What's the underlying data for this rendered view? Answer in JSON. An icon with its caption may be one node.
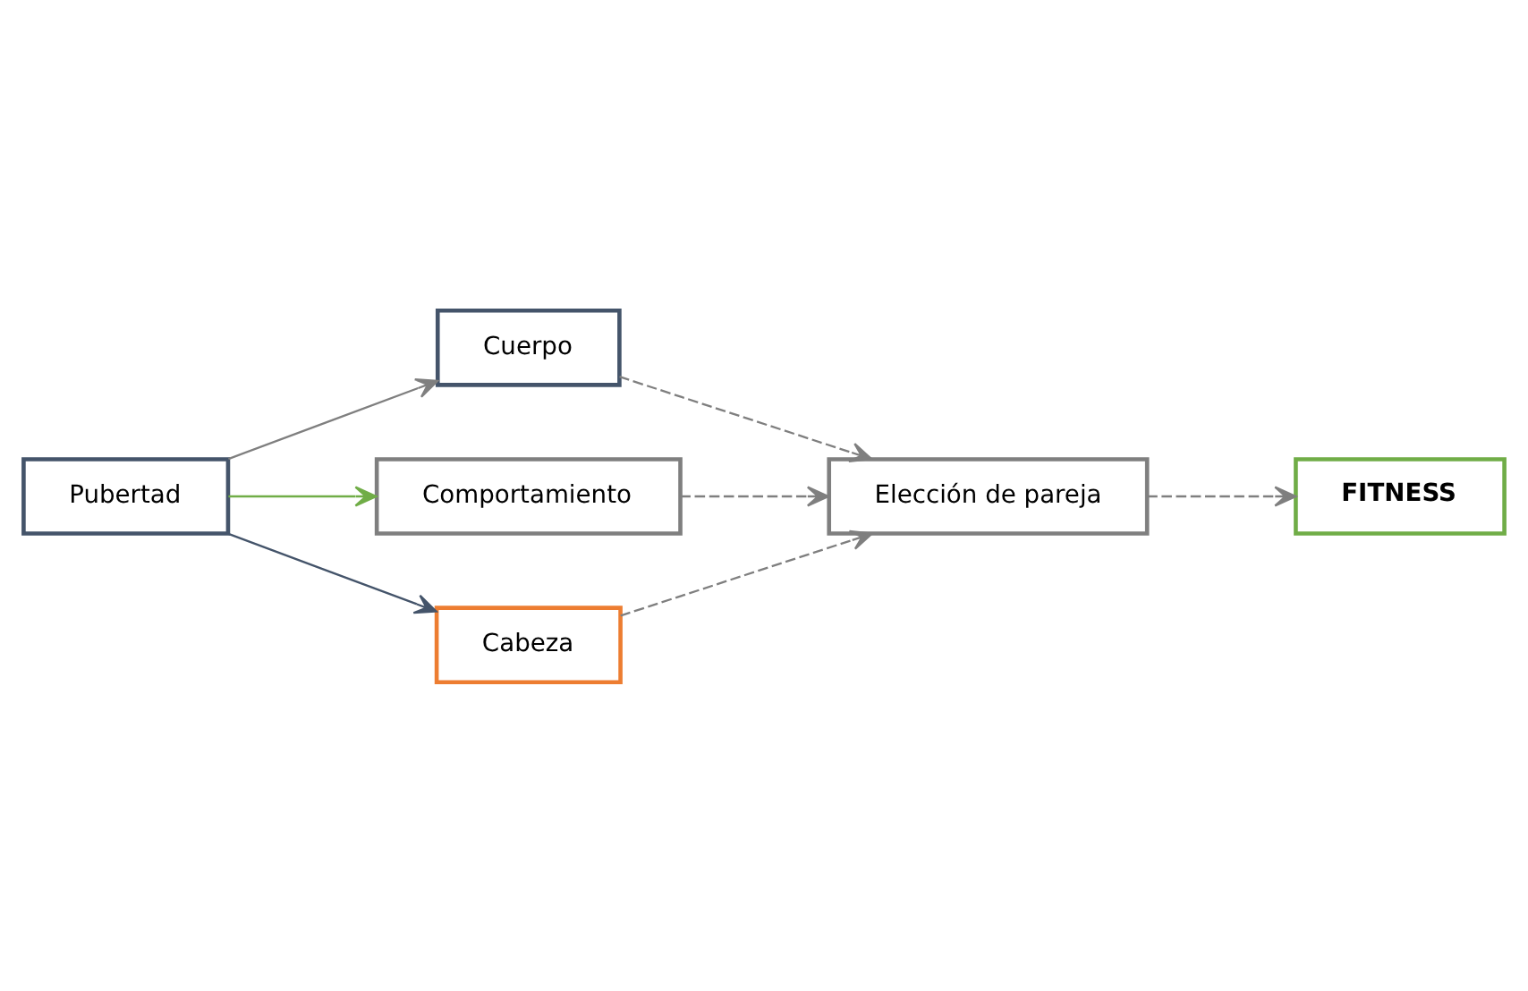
{
  "diagram": {
    "nodes": [
      {
        "text": [
          "Cuerpo"
        ]
      },
      {
        "text": [
          "Pubertad"
        ]
      },
      {
        "text": [
          "Comportamiento"
        ]
      },
      {
        "text": [
          "Cabeza"
        ]
      },
      {
        "text": [
          "Elección de pareja"
        ]
      },
      {
        "text": [
          "FITNESS"
        ]
      }
    ],
    "edges": [
      {
        "from": 1,
        "to": 0,
        "arrow": "to"
      },
      {
        "from": 1,
        "to": 2,
        "arrow": "to",
        "color": "#70ad47"
      },
      {
        "from": 1,
        "to": 3,
        "arrow": "to",
        "color": "#44546a"
      },
      {
        "from": 0,
        "to": 4,
        "arrow": "to",
        "style": "dashed"
      },
      {
        "from": 2,
        "to": 4,
        "arrow": "to",
        "style": "dashed"
      },
      {
        "from": 3,
        "to": 4,
        "arrow": "to",
        "style": "dashed"
      },
      {
        "from": 4,
        "to": 5,
        "arrow": "to",
        "style": "dashed"
      }
    ]
  }
}
